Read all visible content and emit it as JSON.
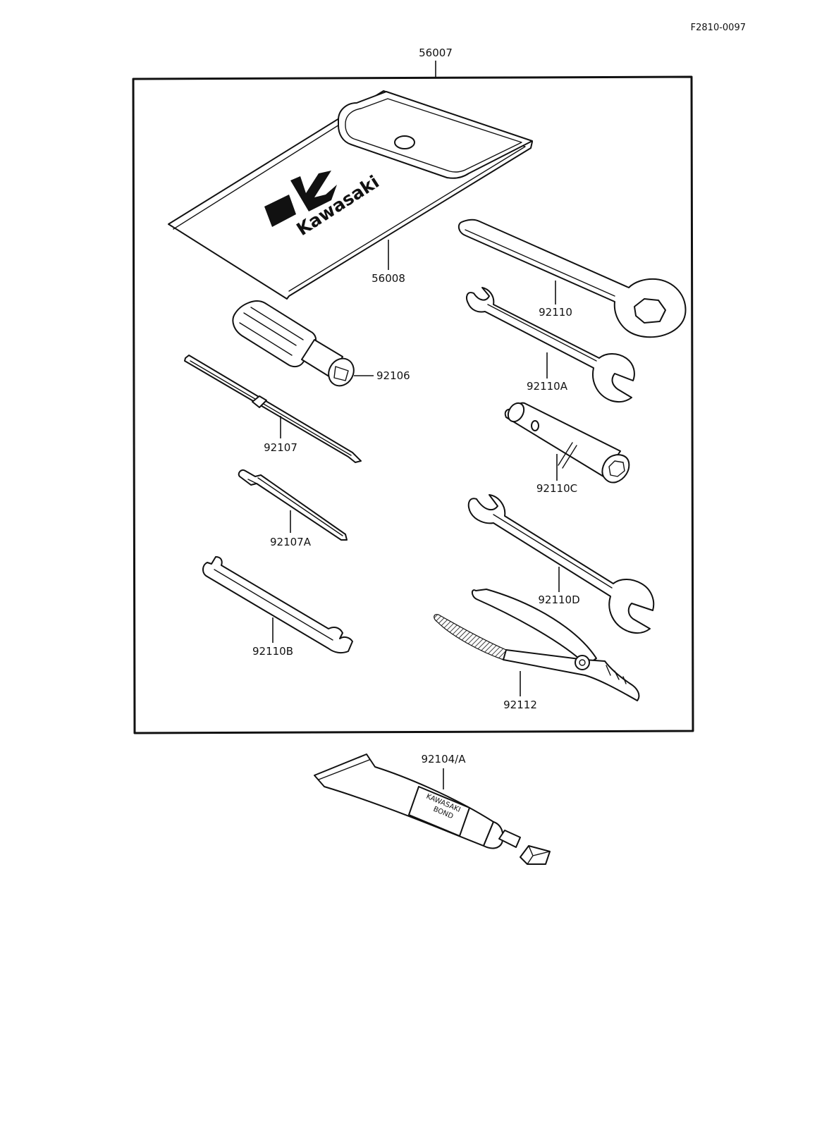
{
  "reference_code": "F2810-0097",
  "logo": {
    "brand_text": "Kawasaki"
  },
  "tube_markings": {
    "line1": "KAWASAKI",
    "line2": "BOND"
  },
  "parts": {
    "tool_kit": "56007",
    "tool_bag": "56008",
    "spanner_plug_hex": "92110",
    "screwdriver_handle": "92106",
    "wrench_open_end_small": "92110A",
    "screwdriver_shaft": "92107",
    "plug_wrench": "92110C",
    "screwdriver_bit": "92107A",
    "wrench_open_end_large": "92110D",
    "wrench_flat": "92110B",
    "pliers": "92112",
    "bond_tube": "92104/A"
  }
}
